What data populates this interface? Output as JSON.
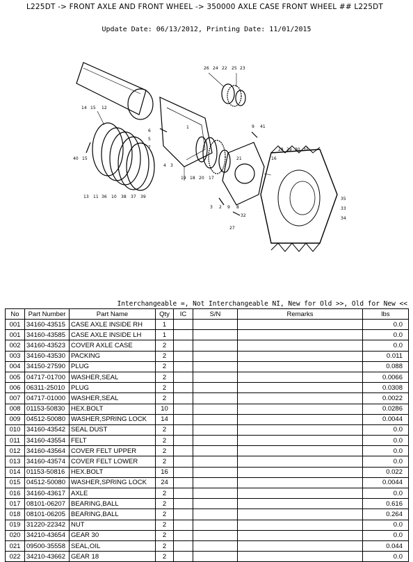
{
  "title": "L225DT -> FRONT AXLE AND FRONT WHEEL -> 350000 AXLE CASE FRONT WHEEL ## L225DT",
  "update_line": "Update Date: 06/13/2012, Printing Date: 11/01/2015",
  "legend": "Interchangeable =, Not Interchangeable NI, New for Old >>, Old for New <<",
  "diagram_labels": [
    "26",
    "24",
    "22",
    "25",
    "23",
    "14",
    "15",
    "12",
    "1",
    "6",
    "5",
    "7",
    "9",
    "41",
    "40",
    "13",
    "11",
    "36",
    "10",
    "38",
    "37",
    "39",
    "4",
    "3",
    "19",
    "18",
    "20",
    "17",
    "21",
    "2",
    "8",
    "16",
    "35",
    "33",
    "34",
    "32",
    "27",
    "28",
    "29",
    "30",
    "31"
  ],
  "table": {
    "headers": [
      "No",
      "Part Number",
      "Part Name",
      "Qty",
      "IC",
      "S/N",
      "Remarks",
      "lbs"
    ],
    "rows": [
      [
        "001",
        "34160-43515",
        "CASE AXLE INSIDE RH",
        "1",
        "",
        "",
        "",
        "0.0"
      ],
      [
        "001",
        "34160-43585",
        "CASE AXLE INSIDE LH",
        "1",
        "",
        "",
        "",
        "0.0"
      ],
      [
        "002",
        "34160-43523",
        "COVER AXLE CASE",
        "2",
        "",
        "",
        "",
        "0.0"
      ],
      [
        "003",
        "34160-43530",
        "PACKING",
        "2",
        "",
        "",
        "",
        "0.011"
      ],
      [
        "004",
        "34150-27590",
        "PLUG",
        "2",
        "",
        "",
        "",
        "0.088"
      ],
      [
        "005",
        "04717-01700",
        "WASHER,SEAL",
        "2",
        "",
        "",
        "",
        "0.0066"
      ],
      [
        "006",
        "06311-25010",
        "PLUG",
        "2",
        "",
        "",
        "",
        "0.0308"
      ],
      [
        "007",
        "04717-01000",
        "WASHER,SEAL",
        "2",
        "",
        "",
        "",
        "0.0022"
      ],
      [
        "008",
        "01153-50830",
        "HEX.BOLT",
        "10",
        "",
        "",
        "",
        "0.0286"
      ],
      [
        "009",
        "04512-50080",
        "WASHER,SPRING LOCK",
        "14",
        "",
        "",
        "",
        "0.0044"
      ],
      [
        "010",
        "34160-43542",
        "SEAL DUST",
        "2",
        "",
        "",
        "",
        "0.0"
      ],
      [
        "011",
        "34160-43554",
        "FELT",
        "2",
        "",
        "",
        "",
        "0.0"
      ],
      [
        "012",
        "34160-43564",
        "COVER FELT UPPER",
        "2",
        "",
        "",
        "",
        "0.0"
      ],
      [
        "013",
        "34160-43574",
        "COVER FELT LOWER",
        "2",
        "",
        "",
        "",
        "0.0"
      ],
      [
        "014",
        "01153-50816",
        "HEX.BOLT",
        "16",
        "",
        "",
        "",
        "0.022"
      ],
      [
        "015",
        "04512-50080",
        "WASHER,SPRING LOCK",
        "24",
        "",
        "",
        "",
        "0.0044"
      ],
      [
        "016",
        "34160-43617",
        "AXLE",
        "2",
        "",
        "",
        "",
        "0.0"
      ],
      [
        "017",
        "08101-06207",
        "BEARING,BALL",
        "2",
        "",
        "",
        "",
        "0.616"
      ],
      [
        "018",
        "08101-06205",
        "BEARING,BALL",
        "2",
        "",
        "",
        "",
        "0.264"
      ],
      [
        "019",
        "31220-22342",
        "NUT",
        "2",
        "",
        "",
        "",
        "0.0"
      ],
      [
        "020",
        "34210-43654",
        "GEAR 30",
        "2",
        "",
        "",
        "",
        "0.0"
      ],
      [
        "021",
        "09500-35558",
        "SEAL,OIL",
        "2",
        "",
        "",
        "",
        "0.044"
      ],
      [
        "022",
        "34210-43662",
        "GEAR 18",
        "2",
        "",
        "",
        "",
        "0.0"
      ]
    ]
  }
}
